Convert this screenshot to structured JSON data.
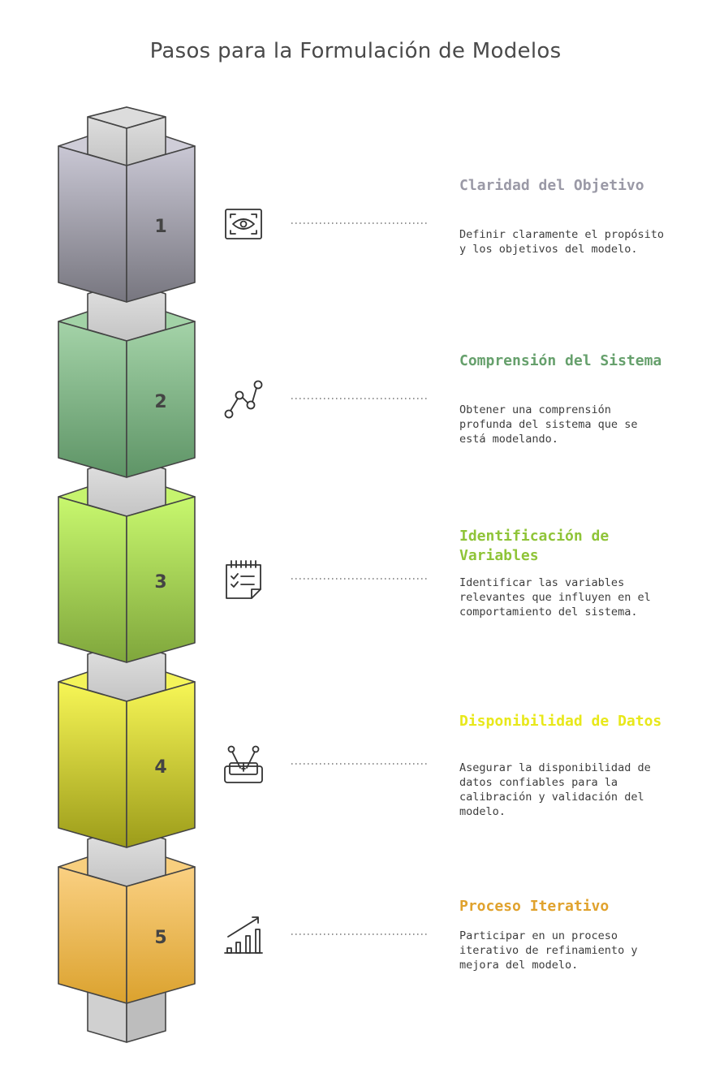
{
  "title": "Pasos para la Formulación de Modelos",
  "steps": [
    {
      "number": "1",
      "title": "Claridad del Objetivo",
      "description": "Definir claramente el propósito y los objetivos del modelo.",
      "icon": "eye-focus-icon",
      "color": "#9a99a6"
    },
    {
      "number": "2",
      "title": "Comprensión del Sistema",
      "description": "Obtener una comprensión profunda del sistema que se está modelando.",
      "icon": "connected-nodes-icon",
      "color": "#66a06c"
    },
    {
      "number": "3",
      "title": "Identificación de Variables",
      "description": "Identificar las variables relevantes que influyen en el comportamiento del sistema.",
      "icon": "checklist-icon",
      "color": "#8fc438"
    },
    {
      "number": "4",
      "title": "Disponibilidad de Datos",
      "description": "Asegurar la disponibilidad de datos confiables para la calibración y validación del modelo.",
      "icon": "data-tools-icon",
      "color": "#e8e81a"
    },
    {
      "number": "5",
      "title": "Proceso Iterativo",
      "description": "Participar en un proceso iterativo de refinamiento y mejora del modelo.",
      "icon": "growth-chart-icon",
      "color": "#e0a22d"
    }
  ]
}
